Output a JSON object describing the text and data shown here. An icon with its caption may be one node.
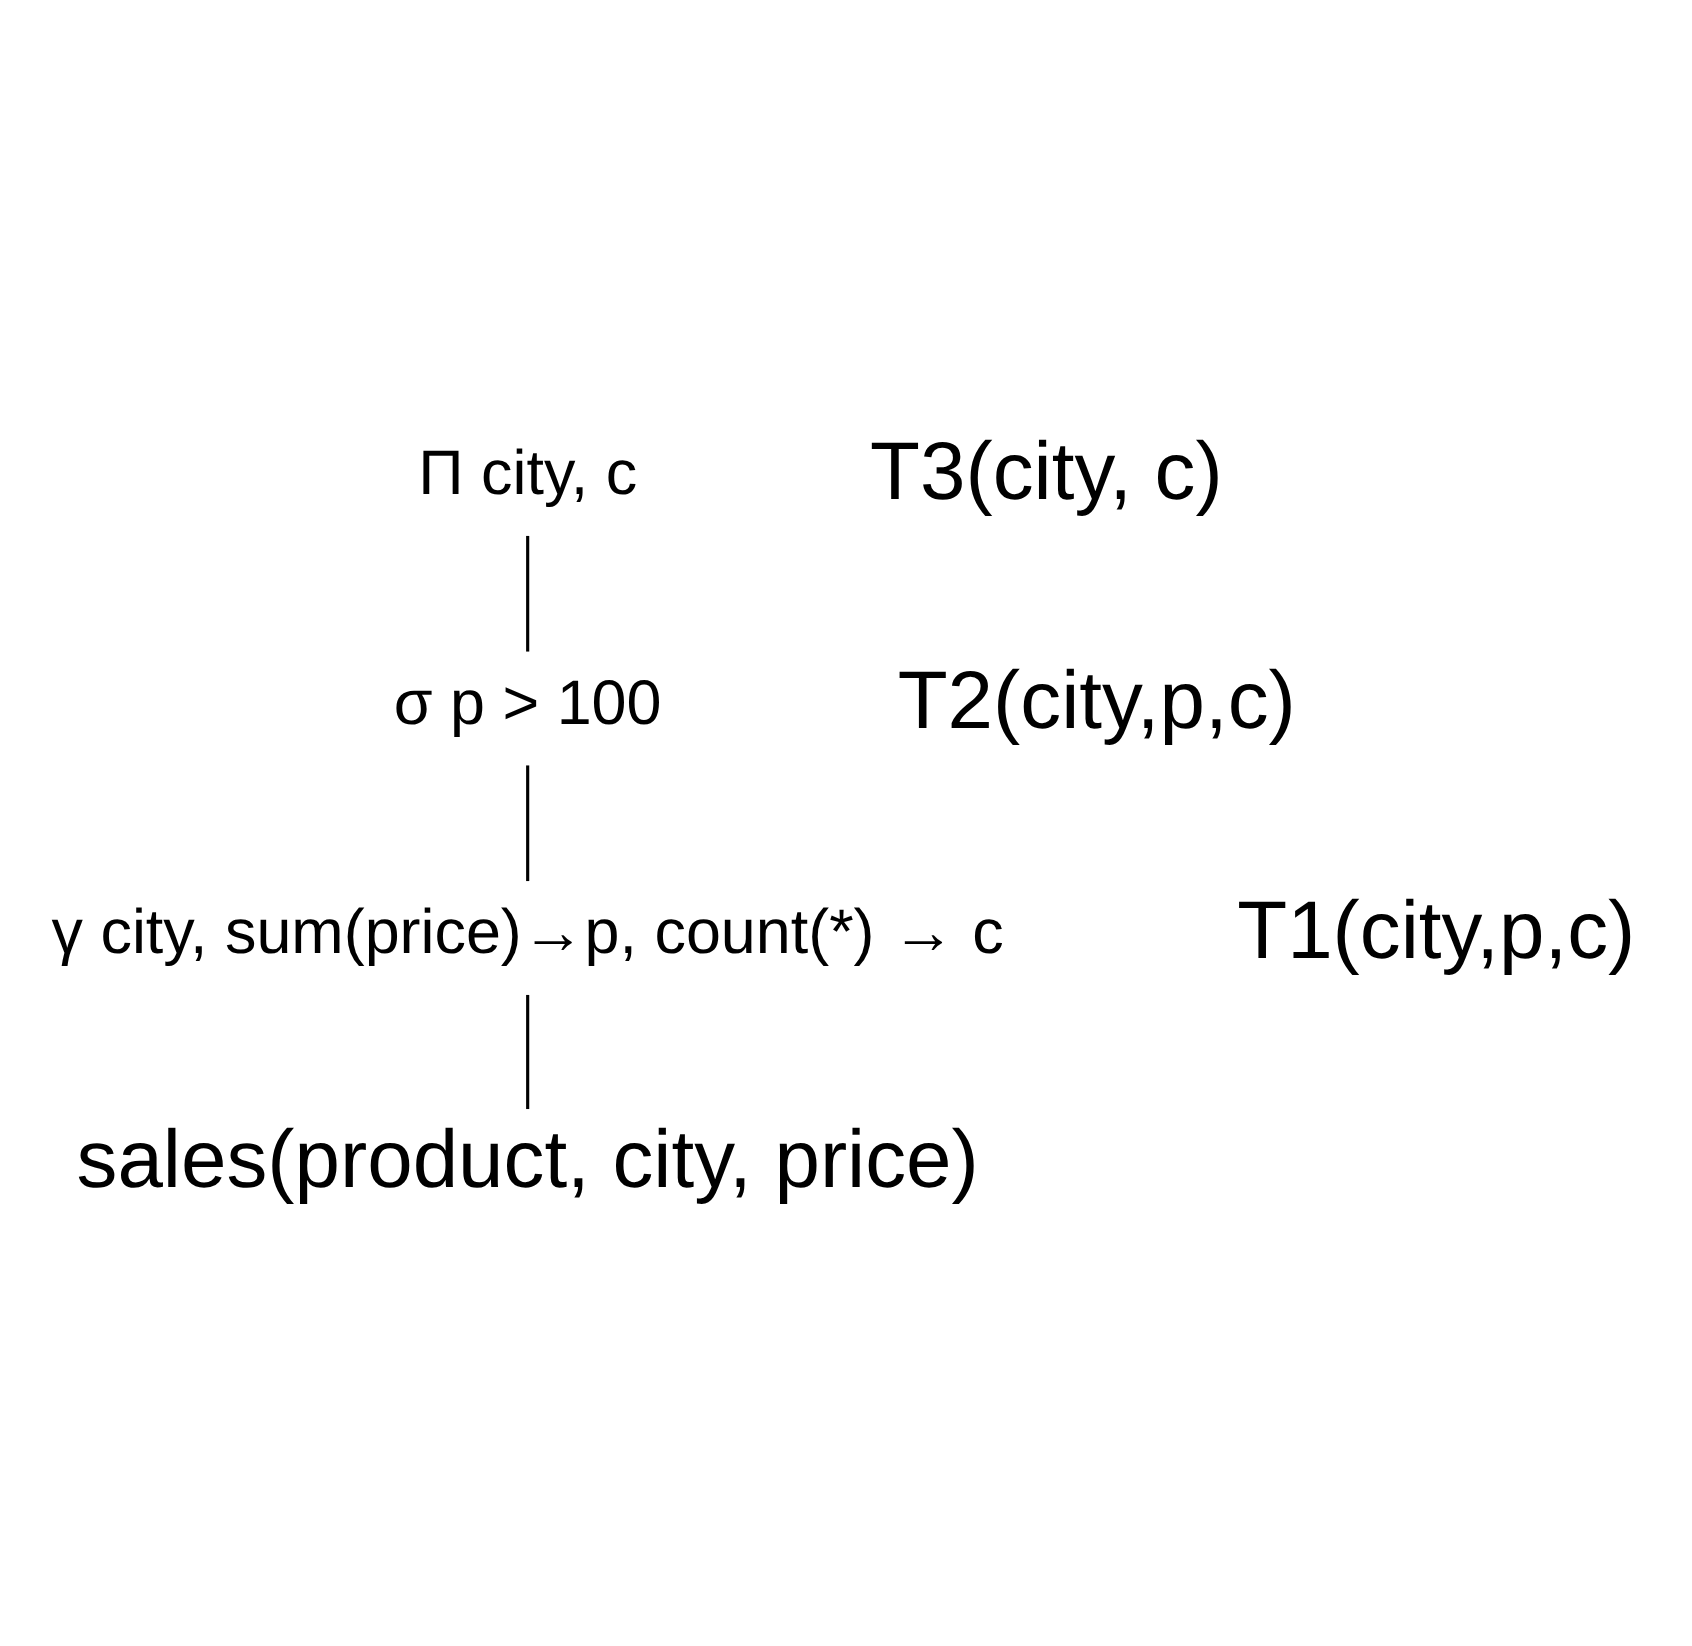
{
  "diagram": {
    "nodes": [
      {
        "text": [
          "Π city, c"
        ]
      },
      {
        "text": [
          "σ p > 100"
        ]
      },
      {
        "text": [
          "γ city, sum(price)→p, count(*) → c"
        ]
      },
      {
        "text": [
          "sales(product, city, price)"
        ]
      }
    ],
    "edges": [
      {
        "from": 0,
        "to": 1,
        "arrow": "none"
      },
      {
        "from": 1,
        "to": 2,
        "arrow": "none"
      },
      {
        "from": 2,
        "to": 3,
        "arrow": "none"
      }
    ],
    "labels": [
      "T3(city, c)",
      "T2(city,p,c)",
      "T1(city,p,c)"
    ]
  }
}
